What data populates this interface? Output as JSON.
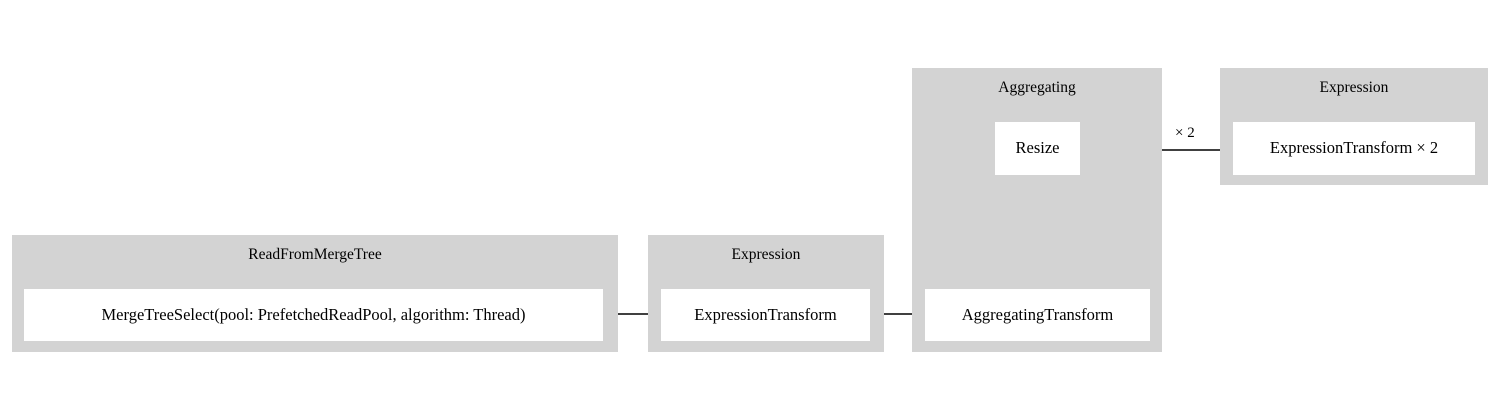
{
  "diagram": {
    "type": "query-pipeline-graph",
    "background_color": "#ffffff",
    "cluster_color": "#d3d3d3",
    "node_color": "#ffffff",
    "edge_color": "#000000",
    "clusters": [
      {
        "id": "read-from-merge-tree",
        "label": "ReadFromMergeTree",
        "nodes": [
          {
            "id": "merge-tree-select",
            "label": "MergeTreeSelect(pool: PrefetchedReadPool, algorithm: Thread)"
          }
        ]
      },
      {
        "id": "expression-1",
        "label": "Expression",
        "nodes": [
          {
            "id": "expression-transform",
            "label": "ExpressionTransform"
          }
        ]
      },
      {
        "id": "aggregating",
        "label": "Aggregating",
        "nodes": [
          {
            "id": "resize",
            "label": "Resize"
          },
          {
            "id": "aggregating-transform",
            "label": "AggregatingTransform"
          }
        ]
      },
      {
        "id": "expression-2",
        "label": "Expression",
        "nodes": [
          {
            "id": "expression-transform-x2",
            "label": "ExpressionTransform × 2"
          }
        ]
      }
    ],
    "edges": [
      {
        "id": "edge-select-to-expression",
        "from": "merge-tree-select",
        "to": "expression-transform",
        "label": ""
      },
      {
        "id": "edge-expression-to-aggregating",
        "from": "expression-transform",
        "to": "aggregating-transform",
        "label": ""
      },
      {
        "id": "edge-aggregating-to-resize",
        "from": "aggregating-transform",
        "to": "resize",
        "label": ""
      },
      {
        "id": "edge-resize-to-expression2",
        "from": "resize",
        "to": "expression-transform-x2",
        "label": "× 2"
      }
    ]
  }
}
